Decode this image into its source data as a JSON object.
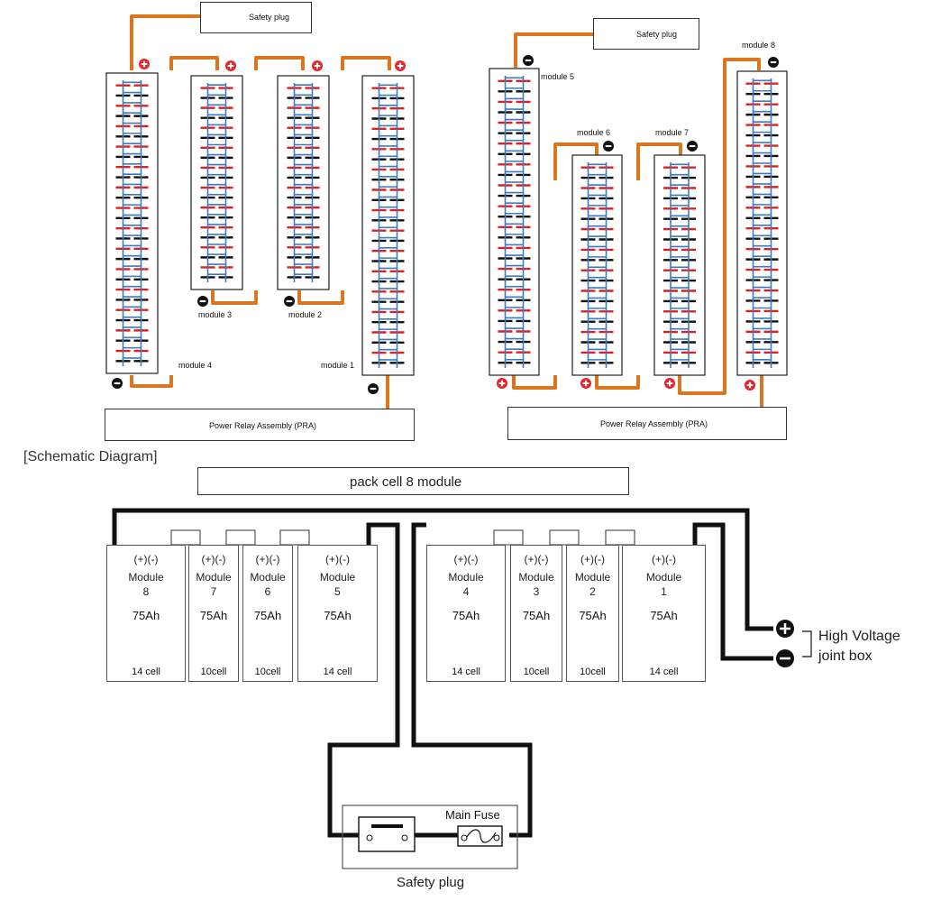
{
  "top_left": {
    "safety_plug": "Safety plug",
    "pra": "Power Relay Assembly (PRA)",
    "module_labels": [
      "module 4",
      "module 3",
      "module 2",
      "module 1"
    ]
  },
  "top_right": {
    "safety_plug": "Safety plug",
    "pra": "Power Relay Assembly (PRA)",
    "module_labels": [
      "module 5",
      "module 6",
      "module 7",
      "module  8"
    ]
  },
  "section_title": "[Schematic Diagram]",
  "pack_title": "pack cell 8 module",
  "modules": [
    {
      "polarity": "(+)(-)",
      "name": "Module",
      "num": "8",
      "capacity": "75Ah",
      "cells": "14 cell"
    },
    {
      "polarity": "(+)(-)",
      "name": "Module",
      "num": "7",
      "capacity": "75Ah",
      "cells": "10cell"
    },
    {
      "polarity": "(+)(-)",
      "name": "Module",
      "num": "6",
      "capacity": "75Ah",
      "cells": "10cell"
    },
    {
      "polarity": "(+)(-)",
      "name": "Module",
      "num": "5",
      "capacity": "75Ah",
      "cells": "14 cell"
    },
    {
      "polarity": "(+)(-)",
      "name": "Module",
      "num": "4",
      "capacity": "75Ah",
      "cells": "14 cell"
    },
    {
      "polarity": "(+)(-)",
      "name": "Module",
      "num": "3",
      "capacity": "75Ah",
      "cells": "10cell"
    },
    {
      "polarity": "(+)(-)",
      "name": "Module",
      "num": "2",
      "capacity": "75Ah",
      "cells": "10cell"
    },
    {
      "polarity": "(+)(-)",
      "name": "Module",
      "num": "1",
      "capacity": "75Ah",
      "cells": "14 cell"
    }
  ],
  "hv_box": {
    "line1": "High Voltage",
    "line2": "joint box"
  },
  "main_fuse": "Main Fuse",
  "safety_plug_bottom": "Safety plug",
  "colors": {
    "wire_orange": "#d9761f",
    "cell_blue": "#3a7bbf",
    "cell_red": "#e02020",
    "plus_red": "#e5262a",
    "minus_black": "#111111"
  }
}
